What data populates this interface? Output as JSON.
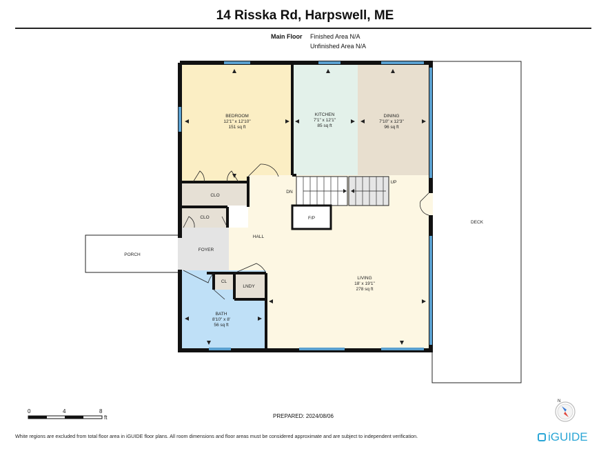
{
  "header": {
    "title": "14 Risska Rd, Harpswell, ME"
  },
  "floor": {
    "name": "Main Floor",
    "finished": "Finished Area N/A",
    "unfinished": "Unfinished Area N/A"
  },
  "rooms": {
    "bedroom": {
      "name": "BEDROOM",
      "dims": "12'1\" x 12'10\"",
      "area": "151 sq ft"
    },
    "kitchen": {
      "name": "KITCHEN",
      "dims": "7'1\" x 12'1\"",
      "area": "85 sq ft"
    },
    "dining": {
      "name": "DINING",
      "dims": "7'10\" x 12'3\"",
      "area": "96 sq ft"
    },
    "living": {
      "name": "LIVING",
      "dims": "18' x 19'1\"",
      "area": "278 sq ft"
    },
    "bath": {
      "name": "BATH",
      "dims": "8'10\" x 8'",
      "area": "56 sq ft"
    },
    "clo1": "CLO",
    "clo2": "CLO",
    "foyer": "FOYER",
    "hall": "HALL",
    "cl": "CL",
    "lndy": "LNDY",
    "fp": "F/P",
    "dn": "DN",
    "up": "UP",
    "porch": "PORCH",
    "deck": "DECK"
  },
  "scale": {
    "t0": "0",
    "t4": "4",
    "t8": "8",
    "unit": "ft"
  },
  "prepared": "PREPARED: 2024/08/06",
  "footer": "White regions are excluded from total floor area in iGUIDE floor plans. All room dimensions and floor areas must be considered approximate and are subject to independent verification.",
  "brand": "iGUIDE",
  "compass": {
    "north": "N"
  },
  "colors": {
    "bedroom": "#fbeec4",
    "kitchen": "#e3f1ea",
    "dining": "#e8dfcf",
    "living": "#fdf7e3",
    "bath": "#bfe0f7",
    "closet": "#e6e0d5",
    "foyer": "#e4e4e4",
    "wall": "#111111",
    "window": "#5aa0d0",
    "brand": "#2aa6d6"
  }
}
